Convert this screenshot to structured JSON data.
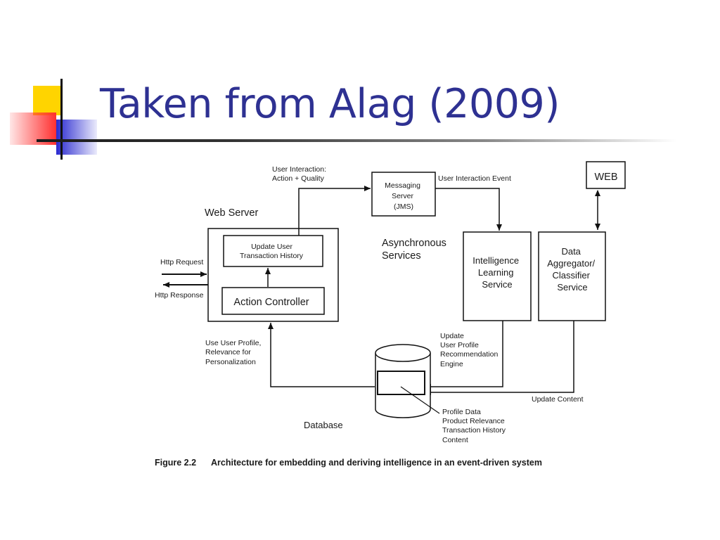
{
  "slide": {
    "title": "Taken from Alag (2009)"
  },
  "diagram": {
    "web_server_label": "Web Server",
    "update_history_box": [
      "Update User",
      "Transaction History"
    ],
    "action_controller": "Action Controller",
    "http_request": "Http Request",
    "http_response": "Http Response",
    "user_interaction_note": [
      "User Interaction:",
      "Action + Quality"
    ],
    "messaging_server": [
      "Messaging",
      "Server",
      "(JMS)"
    ],
    "user_interaction_event": "User Interaction  Event",
    "async_services": [
      "Asynchronous",
      "Services"
    ],
    "intelligence_service": [
      "Intelligence",
      "Learning",
      "Service"
    ],
    "data_aggregator": [
      "Data",
      "Aggregator/",
      "Classifier",
      "Service"
    ],
    "web_box": "WEB",
    "use_profile_note": [
      "Use User Profile,",
      "Relevance for",
      "Personalization"
    ],
    "update_profile_note": [
      "Update",
      "User Profile",
      "Recommendation",
      "Engine"
    ],
    "update_content": "Update Content",
    "database_label": "Database",
    "database_contents": [
      "Profile Data",
      "Product Relevance",
      "Transaction History",
      "Content"
    ],
    "caption_number": "Figure 2.2",
    "caption_text": "Architecture for embedding and deriving intelligence in an event-driven system"
  },
  "colors": {
    "title": "#2e3192",
    "deco_yellow": "#ffd700",
    "deco_red": "#ff3b3b",
    "deco_blue": "#2f2fd0"
  }
}
